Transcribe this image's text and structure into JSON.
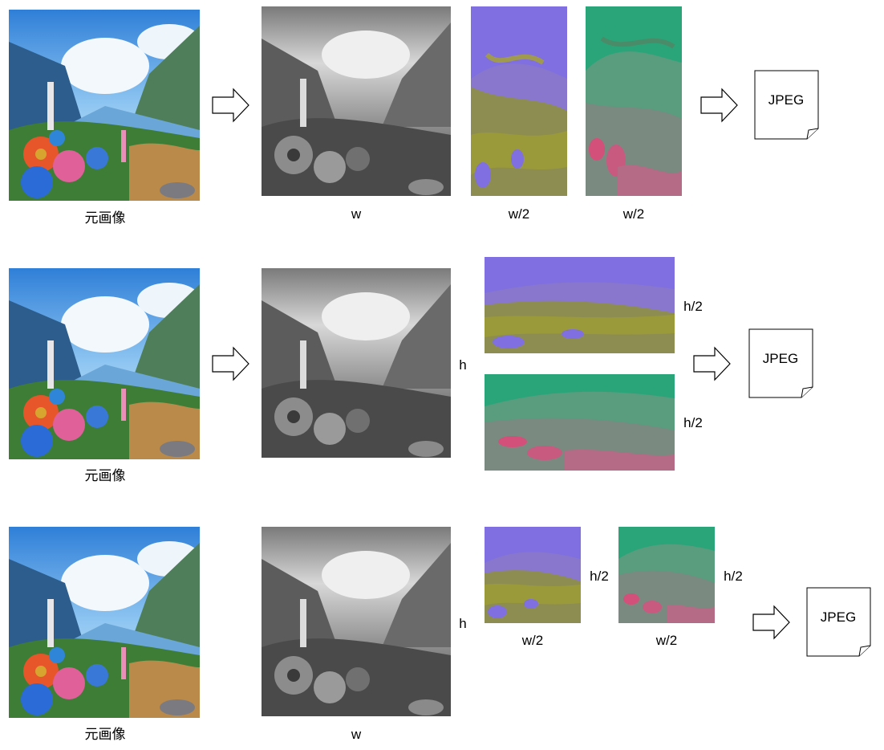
{
  "labels": {
    "original": "元画像",
    "width": "w",
    "half_width": "w/2",
    "height": "h",
    "half_height": "h/2",
    "output_format": "JPEG"
  },
  "icons": {
    "arrow": "hollow-right-arrow-icon",
    "document": "document-icon"
  }
}
